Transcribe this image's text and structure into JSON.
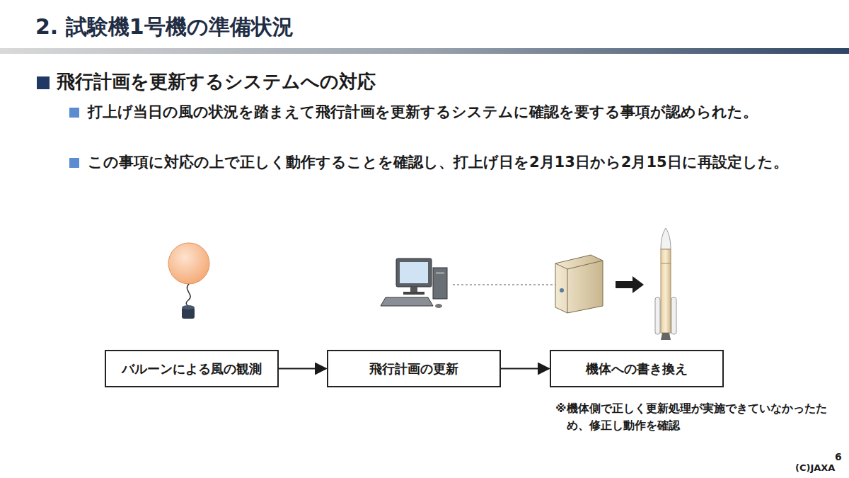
{
  "diagram": {
    "title": "2. 試験機1号機の準備状況",
    "nodes": [
      {
        "text": [
          "バルーンによる風の観測"
        ]
      },
      {
        "text": [
          "飛行計画の更新"
        ]
      },
      {
        "text": [
          "機体への書き換え"
        ]
      }
    ],
    "edges": [
      {
        "from": 0,
        "to": 1,
        "arrow": "to"
      },
      {
        "from": 1,
        "to": 2,
        "arrow": "to"
      }
    ],
    "labels": [
      "飛行計画を更新するシステムへの対応",
      "打上げ当日の風の状況を踏まえて飛行計画を更新するシステムに確認を要する事項が認められた。",
      "この事項に対応の上で正しく動作することを確認し、打上げ日を2月13日から2月15日に再設定した。",
      "※機体側で正しく更新処理が実施できていなかったため、修正し動作を確認",
      "6",
      "(C)JAXA"
    ]
  }
}
